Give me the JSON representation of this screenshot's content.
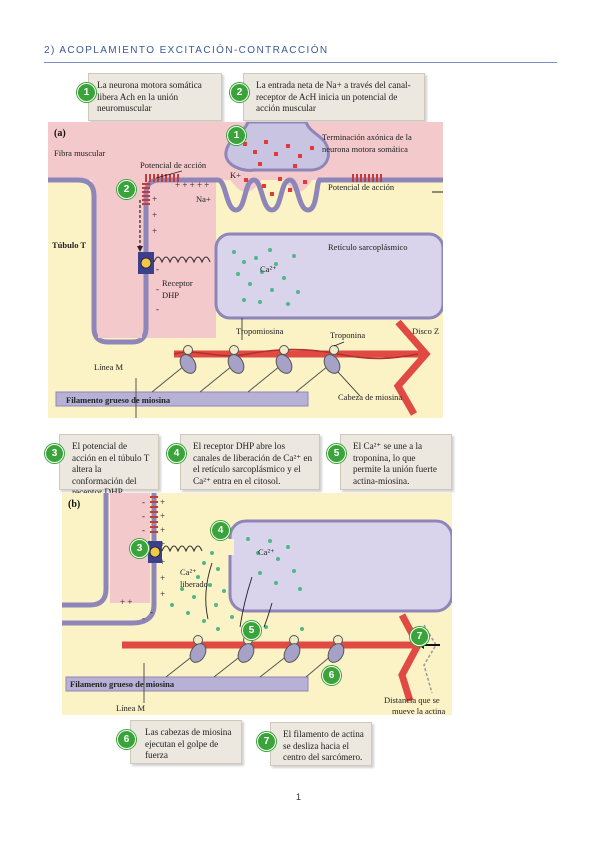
{
  "heading": "2) ACOPLAMIENTO EXCITACIÓN-CONTRACCIÓN",
  "page_number": "1",
  "colors": {
    "heading": "#3a5a9c",
    "panel": "#fbf3c6",
    "muscle": "#f3c9cc",
    "step_badge": "#3aa43a",
    "actin": "#e04a43",
    "myosin": "#b7b1d6",
    "calcium": "#4fb88a"
  },
  "top_callouts": [
    {
      "num": "1",
      "text": "La neurona motora somática libera Ach en la unión neuromuscular"
    },
    {
      "num": "2",
      "text": "La entrada neta de Na+ a través del canal-receptor de AcH inicia un potencial de acción muscular"
    }
  ],
  "panel_a": {
    "tag": "(a)",
    "badges": [
      "1",
      "2"
    ],
    "labels": {
      "muscle_fiber": "Fibra muscular",
      "action_potential_left": "Potencial de acción",
      "action_potential_right": "Potencial de acción",
      "axon_terminal": "Terminación axónica de la neurona motora somática",
      "k_plus": "K+",
      "na_plus": "Na+",
      "t_tubule": "Túbulo T",
      "sr": "Retículo sarcoplásmico",
      "ca": "Ca²⁺",
      "dhp_receptor": "Receptor DHP",
      "tropomyosin": "Tropomiosina",
      "troponin": "Troponina",
      "z_disc": "Disco Z",
      "m_line": "Línea M",
      "thick_filament": "Filamento grueso de miosina",
      "myosin_head": "Cabeza de miosina"
    }
  },
  "middle_callouts": [
    {
      "num": "3",
      "text": "El potencial de acción en el túbulo T altera la conformación del receptor DHP."
    },
    {
      "num": "4",
      "text": "El receptor DHP abre los canales de liberación de Ca²⁺ en el retículo sarcoplásmico y el Ca²⁺ entra en el citosol."
    },
    {
      "num": "5",
      "text": "El Ca²⁺ se une a la troponina, lo que permite la unión fuerte actina-miosina."
    }
  ],
  "panel_b": {
    "tag": "(b)",
    "badges": [
      "3",
      "4",
      "5",
      "6",
      "7"
    ],
    "labels": {
      "ca": "Ca²⁺",
      "ca_released_1": "Ca²⁺",
      "ca_released_2": "liberado",
      "thick_filament": "Filamento grueso de miosina",
      "m_line": "Línea M",
      "distance_1": "Distancia que se",
      "distance_2": "mueve la actina"
    }
  },
  "bottom_callouts": [
    {
      "num": "6",
      "text": "Las cabezas de miosina ejecutan el golpe de fuerza"
    },
    {
      "num": "7",
      "text": "El filamento de actina se desliza hacia el centro del sarcómero."
    }
  ]
}
